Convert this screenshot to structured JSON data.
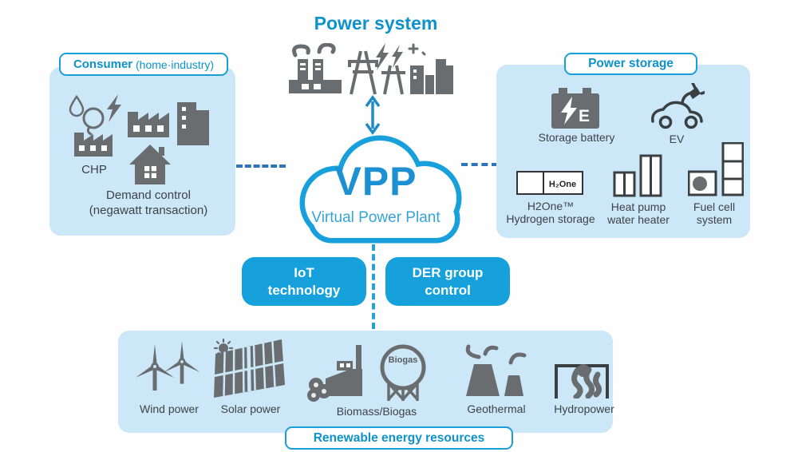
{
  "colors": {
    "accent_blue": "#16a0dc",
    "label_blue": "#0d92cb",
    "panel_blue": "#cbe7f8",
    "icon_gray": "#696d6f",
    "dash_dark_blue": "#2e74b8",
    "dash_light_blue": "#2aa0d8",
    "caption_gray": "#3e4347"
  },
  "header": {
    "title": "Power system"
  },
  "cloud": {
    "acronym": "VPP",
    "subtitle": "Virtual Power Plant"
  },
  "consumer": {
    "label_bold": "Consumer",
    "label_rest": "(home·industry)",
    "chp": "CHP",
    "caption1": "Demand control",
    "caption2": "(negawatt transaction)"
  },
  "storage": {
    "label": "Power storage",
    "battery_caption": "Storage battery",
    "battery_letter": "E",
    "ev_caption": "EV",
    "h2one_icon_text": "H₂One",
    "h2one_caption1": "H2One™",
    "h2one_caption2": "Hydrogen storage",
    "heatpump_caption1": "Heat pump",
    "heatpump_caption2": "water heater",
    "fuelcell_caption1": "Fuel cell",
    "fuelcell_caption2": "system"
  },
  "control": {
    "iot1": "IoT",
    "iot2": "technology",
    "der1": "DER group",
    "der2": "control"
  },
  "renewables": {
    "label": "Renewable energy resources",
    "wind": "Wind power",
    "solar": "Solar power",
    "biomass": "Biomass/Biogas",
    "biogas_tank_text": "Biogas",
    "geothermal": "Geothermal",
    "hydro": "Hydropower"
  }
}
